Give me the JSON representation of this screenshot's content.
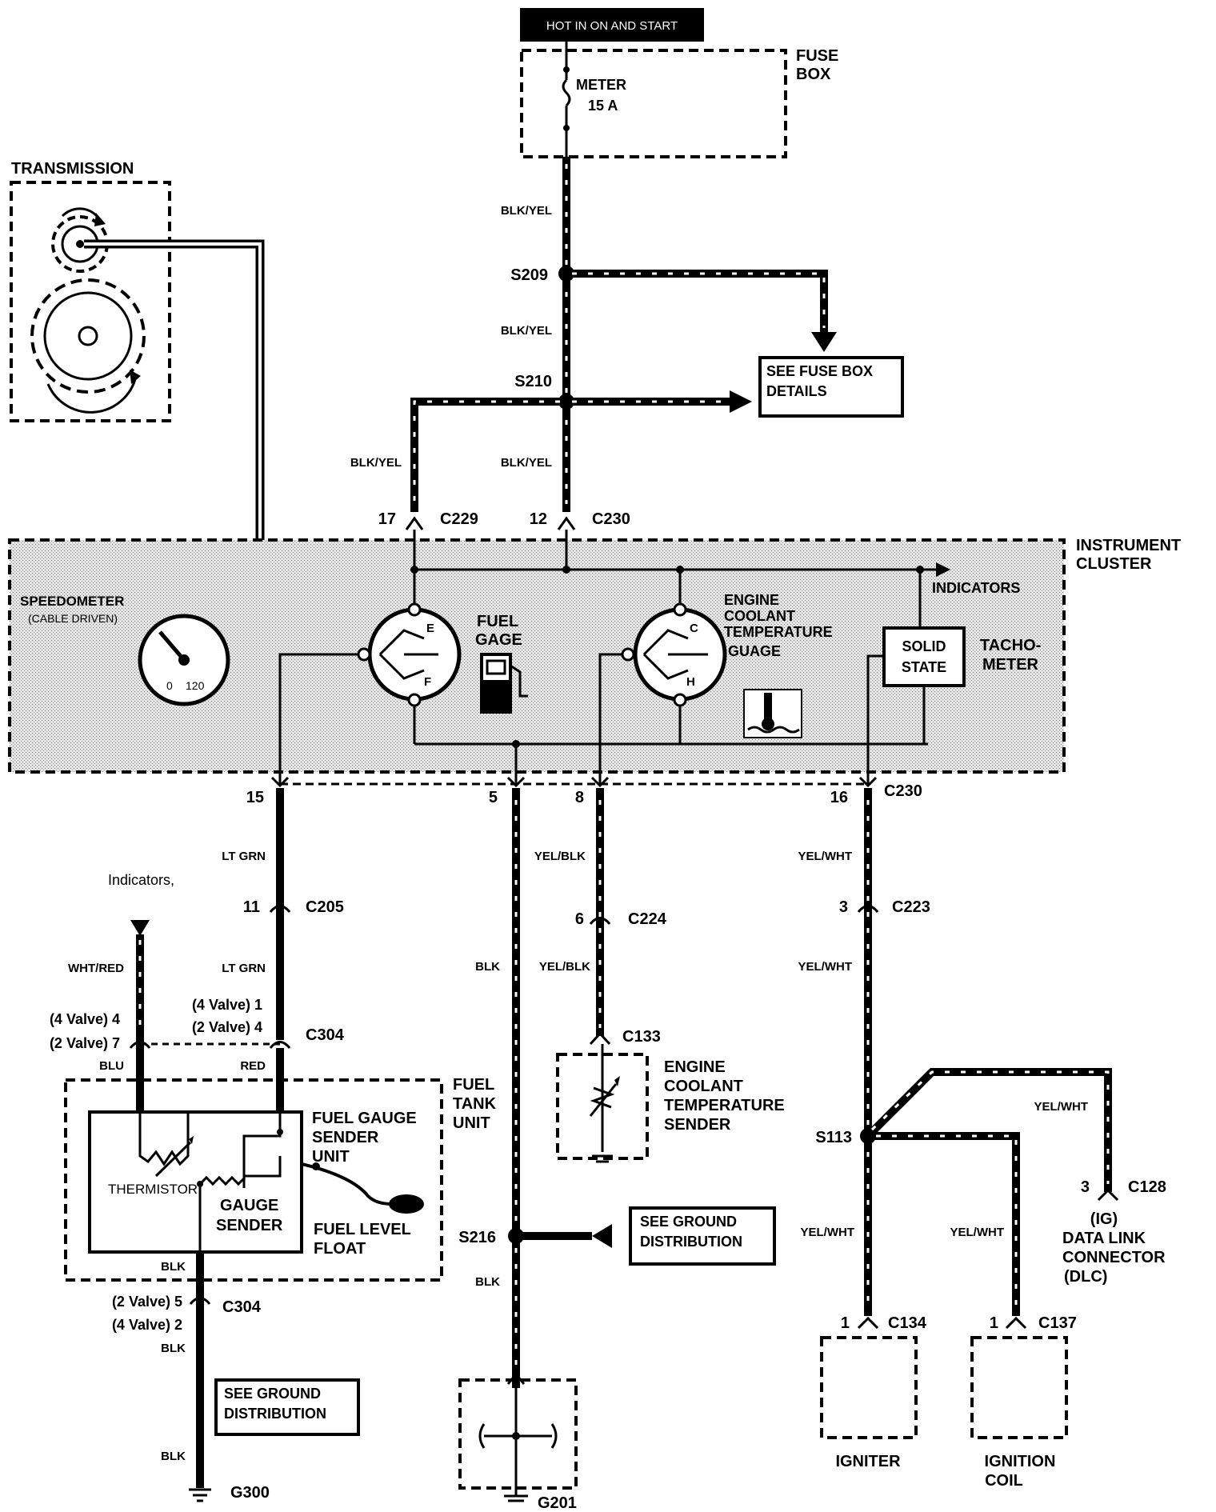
{
  "header": {
    "power_label": "HOT IN ON AND START"
  },
  "fuse_box": {
    "label_line1": "FUSE",
    "label_line2": "BOX",
    "fuse_line1": "METER",
    "fuse_line2": "15 A"
  },
  "transmission": {
    "label": "TRANSMISSION"
  },
  "splices": {
    "s209": "S209",
    "s210": "S210",
    "s113": "S113",
    "s216": "S216"
  },
  "fuse_details": {
    "line1": "SEE FUSE BOX",
    "line2": "DETAILS"
  },
  "wire_colors": {
    "blk_yel": "BLK/YEL",
    "lt_grn": "LT GRN",
    "yel_blk": "YEL/BLK",
    "yel_wht": "YEL/WHT",
    "blk": "BLK",
    "wht_red": "WHT/RED",
    "blu": "BLU",
    "red": "RED"
  },
  "connectors": {
    "c229": "C229",
    "c230": "C230",
    "c205": "C205",
    "c224": "C224",
    "c223": "C223",
    "c304": "C304",
    "c133": "C133",
    "c128": "C128",
    "c134": "C134",
    "c137": "C137"
  },
  "pins": {
    "p17": "17",
    "p12": "12",
    "p15": "15",
    "p5": "5",
    "p8": "8",
    "p16": "16",
    "p11": "11",
    "p6": "6",
    "p3": "3",
    "p1": "1",
    "v4_1": "(4 Valve) 1",
    "v2_4": "(2 Valve) 4",
    "v4_4": "(4 Valve) 4",
    "v2_7": "(2 Valve) 7",
    "v2_5": "(2 Valve) 5",
    "v4_2": "(4 Valve) 2"
  },
  "cluster": {
    "label_line1": "INSTRUMENT",
    "label_line2": "CLUSTER",
    "indicators": "INDICATORS",
    "speedo_line1": "SPEEDOMETER",
    "speedo_line2": "(CABLE DRIVEN)",
    "speedo_min": "0",
    "speedo_max": "120",
    "fuel_line1": "FUEL",
    "fuel_line2": "GAGE",
    "fuel_e": "E",
    "fuel_f": "F",
    "temp_line1": "ENGINE",
    "temp_line2": "COOLANT",
    "temp_line3": "TEMPERATURE",
    "temp_line4": "GUAGE",
    "temp_c": "C",
    "temp_h": "H",
    "solid_line1": "SOLID",
    "solid_line2": "STATE",
    "tacho_line1": "TACHO-",
    "tacho_line2": "METER"
  },
  "left_circuit": {
    "indicators_note": "Indicators,"
  },
  "fuel_tank": {
    "label_line1": "FUEL",
    "label_line2": "TANK",
    "label_line3": "UNIT",
    "sender_line1": "FUEL GAUGE",
    "sender_line2": "SENDER",
    "sender_line3": "UNIT",
    "thermistor": "THERMISTOR",
    "gauge_line1": "GAUGE",
    "gauge_line2": "SENDER",
    "float_line1": "FUEL LEVEL",
    "float_line2": "FLOAT"
  },
  "coolant_sender": {
    "line1": "ENGINE",
    "line2": "COOLANT",
    "line3": "TEMPERATURE",
    "line4": "SENDER"
  },
  "ground": {
    "dist_line1": "SEE GROUND",
    "dist_line2": "DISTRIBUTION",
    "g300": "G300",
    "g201": "G201"
  },
  "dlc": {
    "line1": "(IG)",
    "line2": "DATA LINK",
    "line3": "CONNECTOR",
    "line4": "(DLC)"
  },
  "igniter": {
    "label": "IGNITER"
  },
  "coil": {
    "line1": "IGNITION",
    "line2": "COIL"
  }
}
